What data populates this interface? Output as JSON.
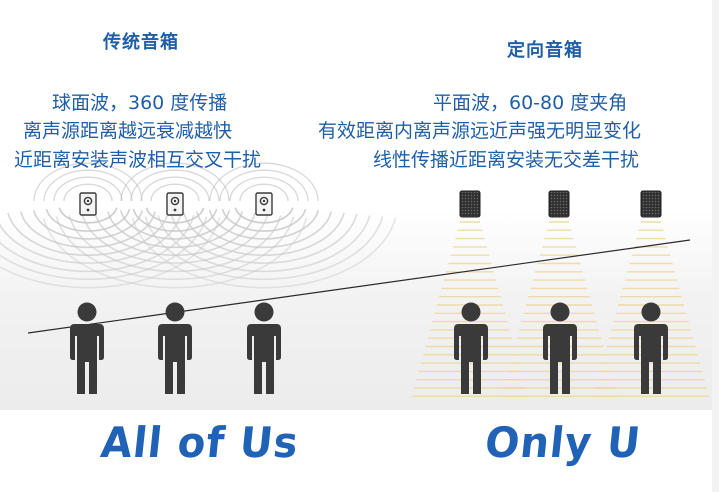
{
  "left": {
    "title": "传统音箱",
    "features": [
      "球面波，360 度传播",
      "离声源距离越远衰减越快",
      "近距离安装声波相互交叉干扰"
    ],
    "slogan": "All of Us"
  },
  "right": {
    "title": "定向音箱",
    "features": [
      "平面波，60-80 度夹角",
      "有效距离内离声源远近声强无明显变化",
      "线性传播近距离安装无交差干扰"
    ],
    "slogan": "Only U"
  },
  "colors": {
    "text_blue": "#1f5fa8",
    "slogan_blue": "#1f62b6",
    "wave_gray": "#c8c8c8",
    "beam_gold": "#f0d79a",
    "person": "#3a3a3a"
  }
}
